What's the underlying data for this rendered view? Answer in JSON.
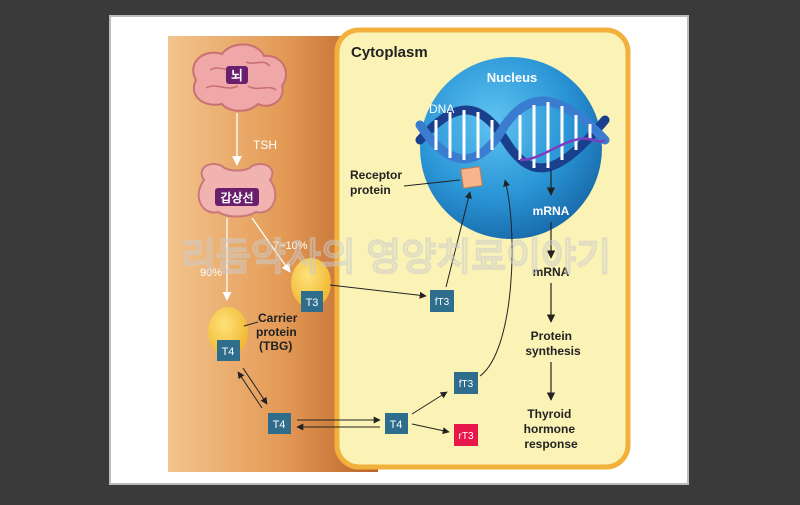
{
  "labels": {
    "brain": "뇌",
    "tsh": "TSH",
    "thyroid": "갑상선",
    "pct_90": "90%",
    "pct_7_10": "7~10%",
    "carrier_protein_lines": [
      "Carrier",
      "protein",
      "(TBG)"
    ],
    "cytoplasm": "Cytoplasm",
    "nucleus": "Nucleus",
    "dna": "DNA",
    "receptor_lines": [
      "Receptor",
      "protein"
    ],
    "mrna_nucleus": "mRNA",
    "mrna": "mRNA",
    "protein_synthesis_lines": [
      "Protein",
      "synthesis"
    ],
    "thyroid_response_lines": [
      "Thyroid",
      "hormone",
      "response"
    ],
    "watermark": "리듬약사의 영양치료이야기"
  },
  "hormones": {
    "t3": "T3",
    "t4_carrier": "T4",
    "t4_blood": "T4",
    "t4_cell": "T4",
    "ft3_upper": "fT3",
    "ft3_lower": "fT3",
    "rt3": "rT3"
  },
  "colors": {
    "blood_dark": "#c8702e",
    "blood_light": "#f0bb7e",
    "cytoplasm_fill": "#fbf3b6",
    "cytoplasm_border": "#f2b13c",
    "hormone_box": "#2f6d8c",
    "rt3_box": "#e8174b",
    "carrier_yellow": "#f6c845",
    "nucleus_blue": "#2d9bd8",
    "brain_pink": "#f0a7a8"
  }
}
